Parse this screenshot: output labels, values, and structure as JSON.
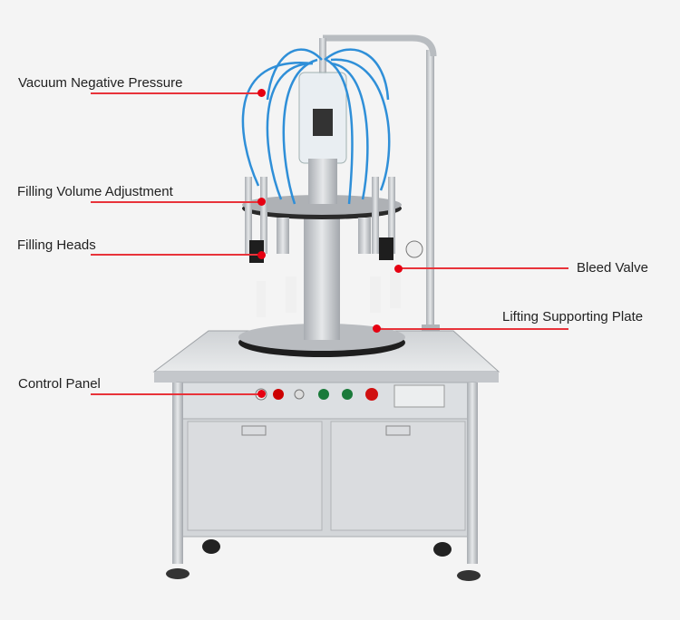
{
  "labels": {
    "vacuum": "Vacuum Negative Pressure",
    "volume": "Filling Volume Adjustment",
    "heads": "Filling Heads",
    "control": "Control Panel",
    "bleed": "Bleed Valve",
    "lifting": "Lifting Supporting Plate"
  },
  "colors": {
    "callout": "#e60012",
    "tubing": "#2f8fd8",
    "steel": "#c9ccd0"
  }
}
